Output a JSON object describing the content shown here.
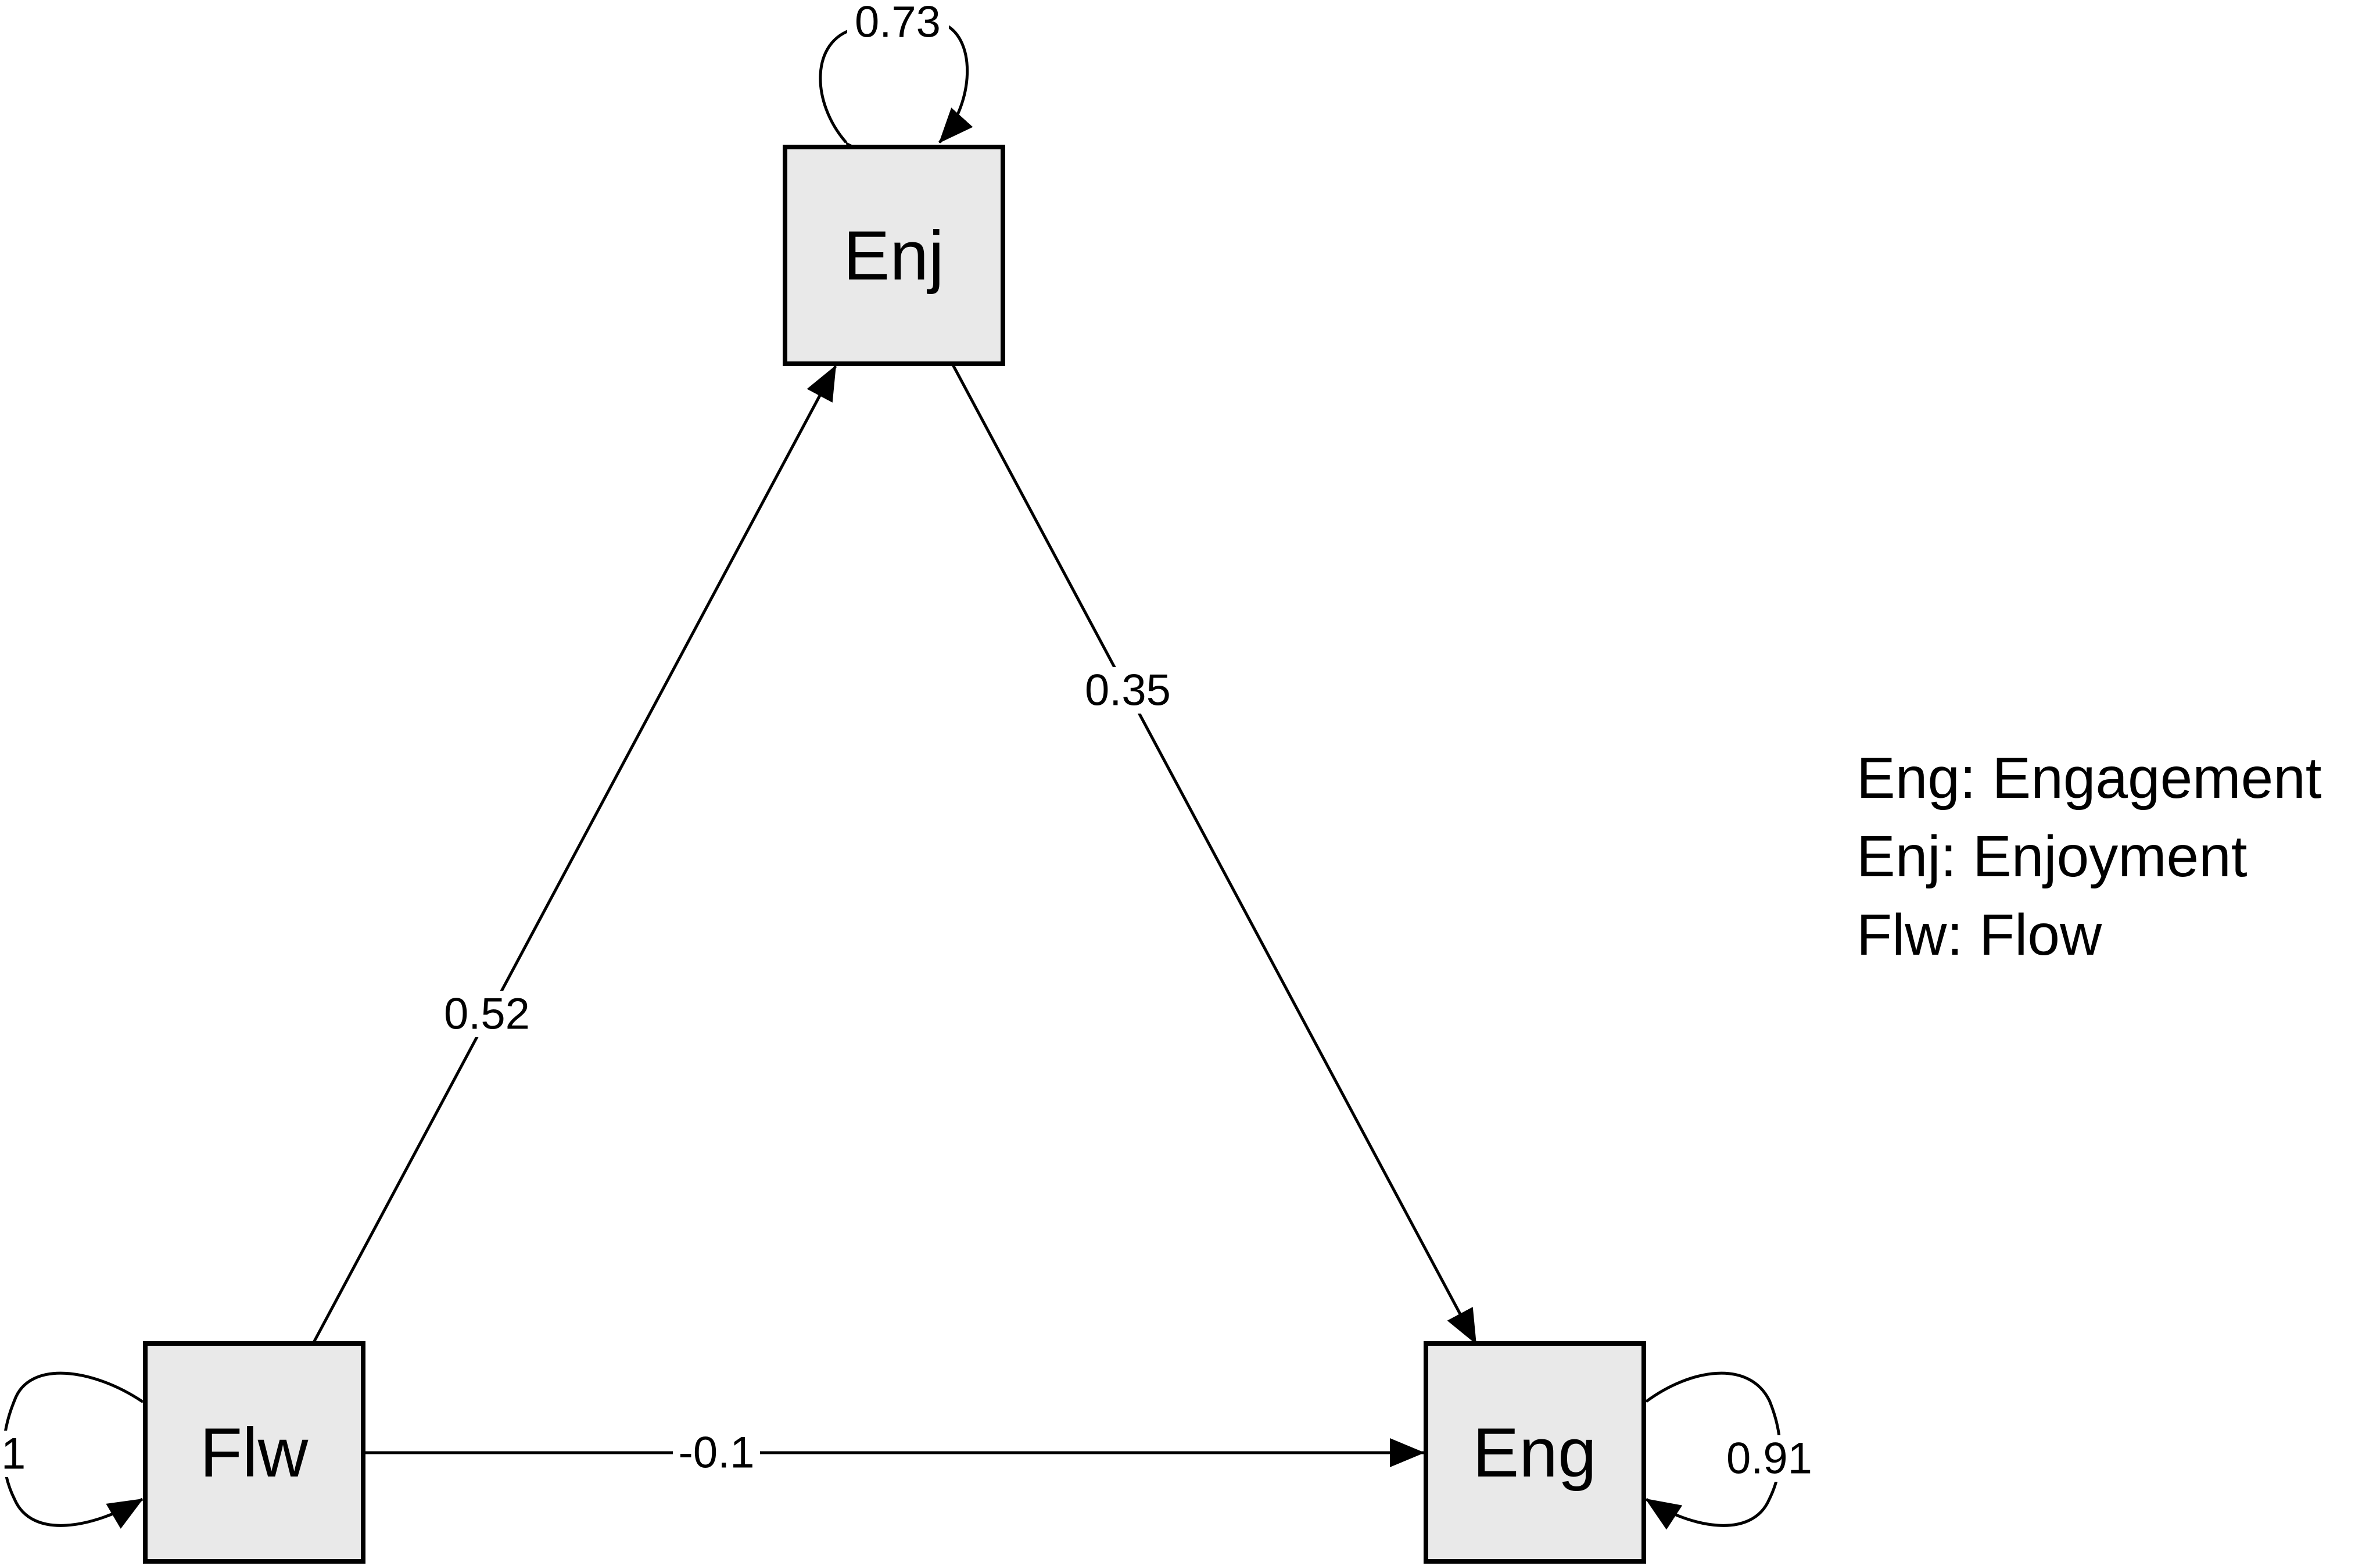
{
  "colors": {
    "node_fill": "#e9e9e9",
    "stroke": "#000000",
    "background": "#ffffff"
  },
  "nodes": {
    "enj": {
      "label": "Enj"
    },
    "flw": {
      "label": "Flw"
    },
    "eng": {
      "label": "Eng"
    }
  },
  "paths": {
    "flw_to_enj": {
      "from": "Flw",
      "to": "Enj",
      "coefficient": "0.52"
    },
    "enj_to_eng": {
      "from": "Enj",
      "to": "Eng",
      "coefficient": "0.35"
    },
    "flw_to_eng": {
      "from": "Flw",
      "to": "Eng",
      "coefficient": "-0.1"
    }
  },
  "residuals": {
    "enj": {
      "value": "0.73"
    },
    "eng": {
      "value": "0.91"
    },
    "flw": {
      "value": "1"
    }
  },
  "legend": [
    "Eng: Engagement",
    "Enj: Enjoyment",
    "Flw: Flow"
  ]
}
